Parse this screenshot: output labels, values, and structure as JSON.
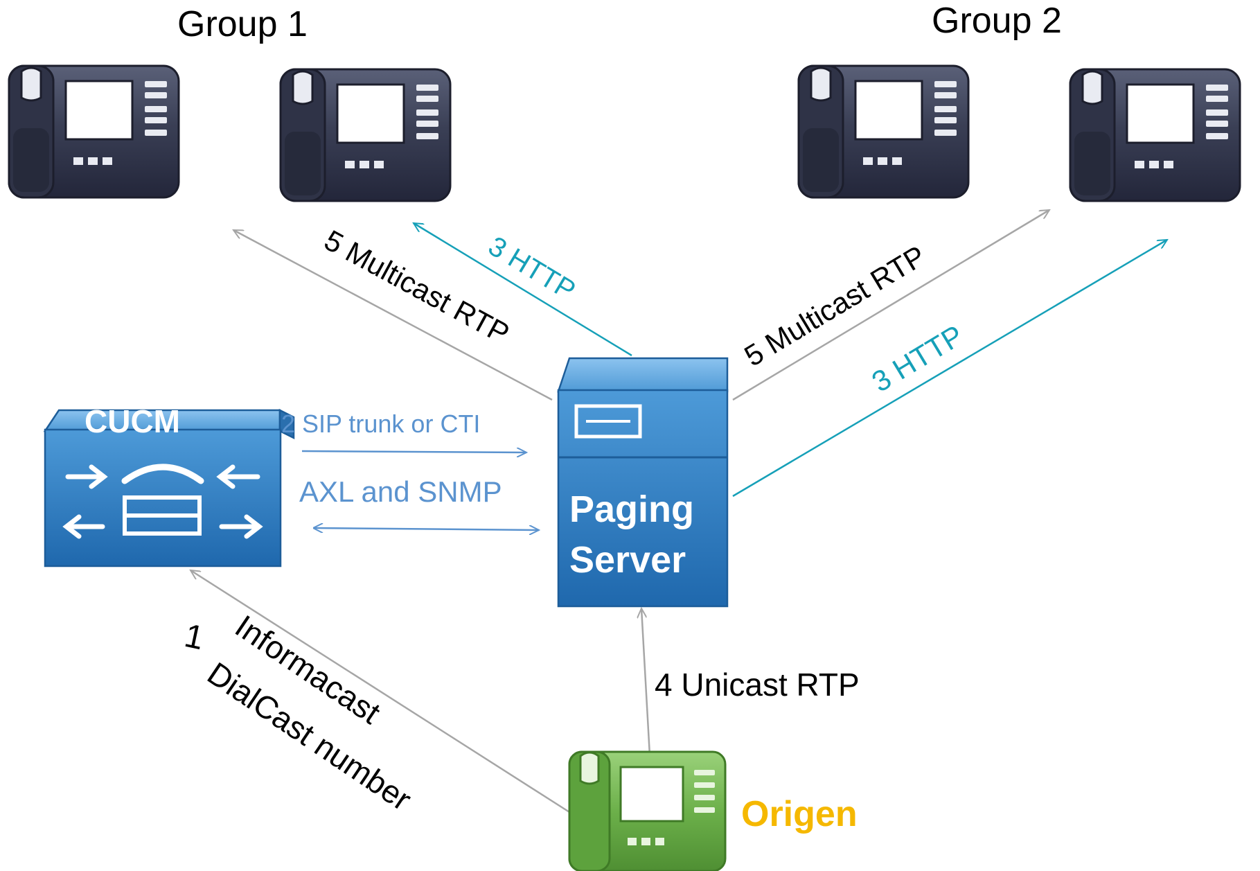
{
  "groups": {
    "group1": "Group 1",
    "group2": "Group 2"
  },
  "nodes": {
    "cucm": "CUCM",
    "paging_server_line1": "Paging",
    "paging_server_line2": "Server",
    "origin": "Origen"
  },
  "connections": {
    "multicast_rtp_group1": "5 Multicast RTP",
    "http_group1": "3 HTTP",
    "multicast_rtp_group2": "5 Multicast RTP",
    "http_group2": "3  HTTP",
    "sip_trunk": "2  SIP trunk or CTI",
    "axl_snmp": "AXL and SNMP",
    "informacast_line1": "Informacast",
    "informacast_line2": "DialCast number",
    "informacast_step": "1",
    "unicast_rtp": "4 Unicast RTP"
  },
  "colors": {
    "phone_dark": "#3a3f55",
    "phone_green": "#6cb04a",
    "server_blue": "#2c7ac0",
    "http_teal": "#16a0b8",
    "gray_line": "#a6a6a6",
    "sip_blue": "#5b93cf",
    "origin_label": "#f5b800"
  }
}
